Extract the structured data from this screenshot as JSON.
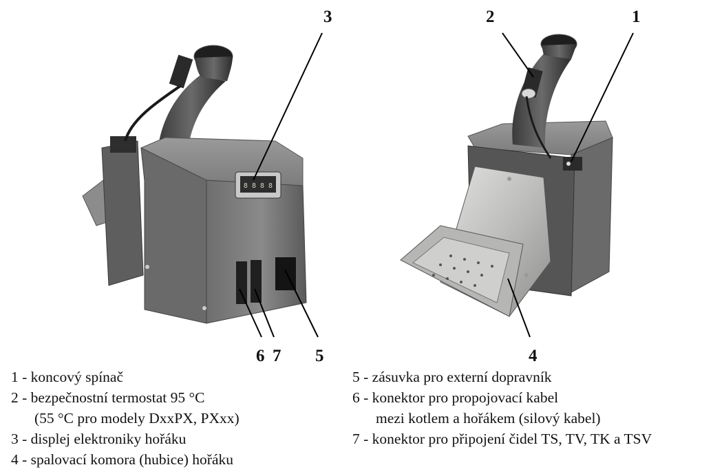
{
  "callouts": {
    "c1": "1",
    "c2": "2",
    "c3": "3",
    "c4": "4",
    "c5": "5",
    "c6": "6",
    "c7": "7"
  },
  "legend": {
    "left": [
      "1 - koncový spínač",
      "2 - bezpečnostní termostat 95 °C",
      "(55 °C pro modely DxxPX, PXxx)",
      "3 - displej elektroniky hořáku",
      "4 - spalovací komora (hubice) hořáku"
    ],
    "right": [
      "5 - zásuvka pro externí dopravník",
      "6 - konektor pro propojovací kabel",
      "mezi kotlem a hořákem (silový kabel)",
      "7 - konektor pro připojení čidel TS, TV, TK a TSV"
    ]
  },
  "display_text": "8 8 8 8"
}
